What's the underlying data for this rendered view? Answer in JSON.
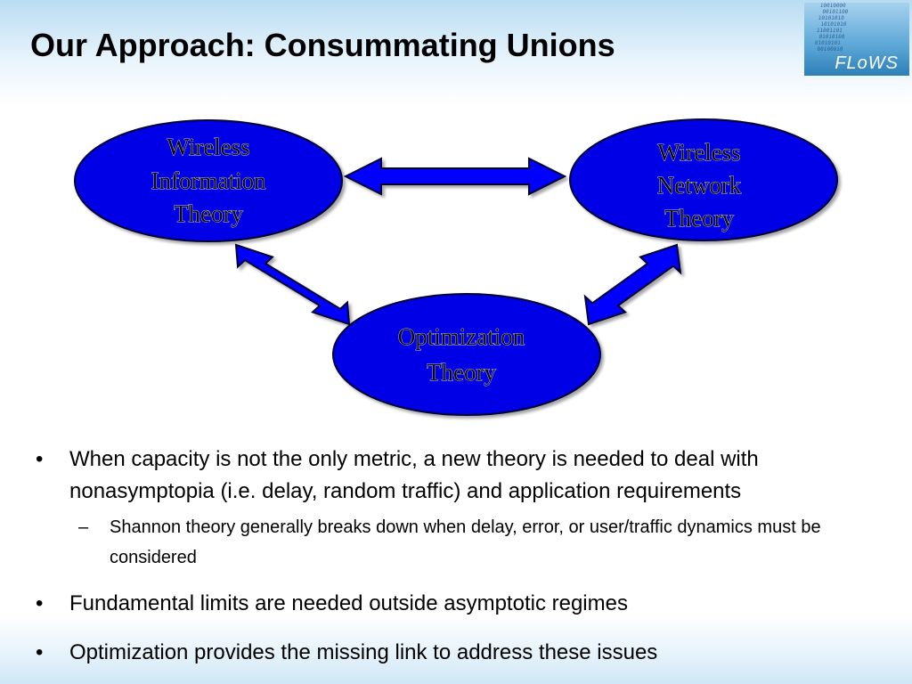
{
  "slide": {
    "title": "Our Approach: Consummating Unions",
    "logo_text": "FLoWS",
    "logo_bits": "10010000\n 00101100\n10101010\n 10101010\n11001101\n 01010100\n01010101\n 00100010"
  },
  "colors": {
    "node_fill": "#0000e6",
    "node_stroke": "#000033",
    "arrow_fill": "#0000ff",
    "arrow_stroke": "#000033"
  },
  "diagram": {
    "nodes": [
      {
        "id": "wit",
        "lines": [
          "Wireless",
          "Information",
          "Theory"
        ]
      },
      {
        "id": "wnt",
        "lines": [
          "Wireless",
          "Network",
          "Theory"
        ]
      },
      {
        "id": "opt",
        "lines": [
          "Optimization",
          "Theory"
        ]
      }
    ]
  },
  "bullets": [
    {
      "mark": "•",
      "text": "When capacity is not the only metric, a new theory is needed to deal with nonasymptopia (i.e. delay, random traffic) and application requirements",
      "sub": [
        {
          "mark": "–",
          "text": "Shannon theory generally breaks down when delay, error, or user/traffic dynamics must be considered"
        }
      ]
    },
    {
      "mark": "•",
      "text": "Fundamental limits are needed outside asymptotic regimes"
    },
    {
      "mark": "•",
      "text": "Optimization provides the missing link to address these issues"
    }
  ]
}
